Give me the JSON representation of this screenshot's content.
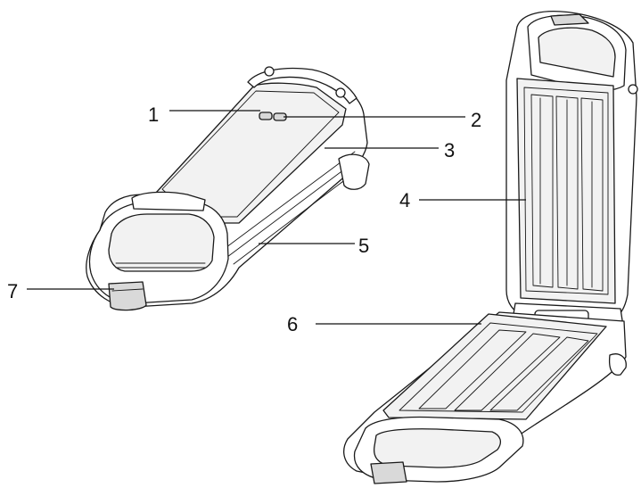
{
  "callouts": [
    {
      "id": "1",
      "label": "1"
    },
    {
      "id": "2",
      "label": "2"
    },
    {
      "id": "3",
      "label": "3"
    },
    {
      "id": "4",
      "label": "4"
    },
    {
      "id": "5",
      "label": "5"
    },
    {
      "id": "6",
      "label": "6"
    },
    {
      "id": "7",
      "label": "7"
    }
  ],
  "colors": {
    "line": "#1a1a1a",
    "background": "#ffffff"
  }
}
